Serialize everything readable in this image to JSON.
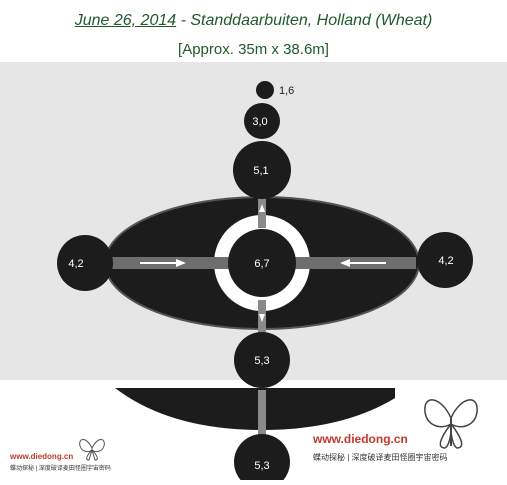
{
  "header": {
    "date": "June 26, 2014",
    "location": " - Standdaarbuiten, Holland  (Wheat)",
    "dimensions": "[Approx. 35m x 38.6m]"
  },
  "diagram": {
    "circles": {
      "top_small": "1,6",
      "top_mid": "3,0",
      "top_large": "5,1",
      "center": "6,7",
      "left": "4,2",
      "right": "4,2",
      "bottom_upper": "5,3",
      "bottom_lower": "5,3"
    }
  },
  "watermark": {
    "url": "www.diedong.cn",
    "tagline": "蝶动探秘 | 深度破译麦田怪圈宇宙密码"
  },
  "colors": {
    "title": "#1f5a2a",
    "formation": "#1c1c1c",
    "watermark_url": "#c0392b"
  }
}
